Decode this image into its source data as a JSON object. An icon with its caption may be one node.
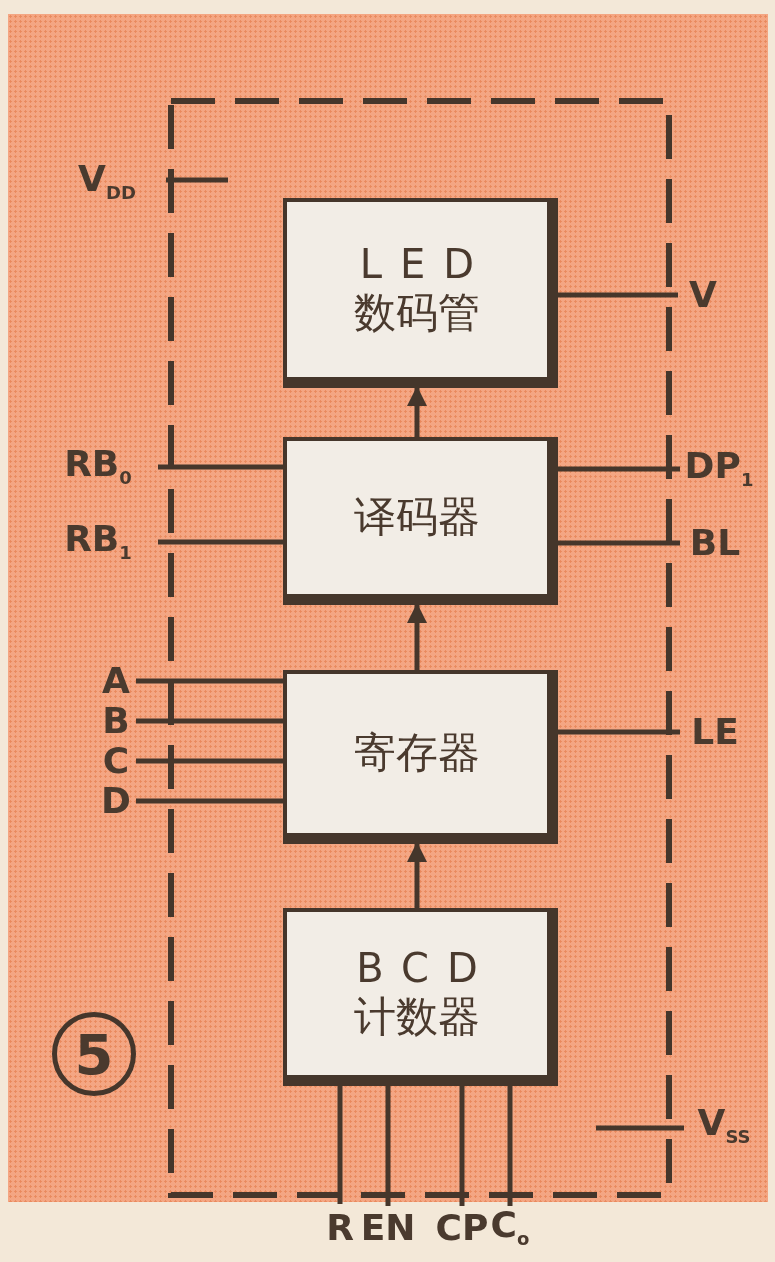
{
  "diagram": {
    "nodes": [
      {
        "text": [],
        "shape": "box"
      },
      {
        "text": [
          "LED",
          "数码管"
        ],
        "in": 0
      },
      {
        "text": [
          "译码器"
        ],
        "in": 0
      },
      {
        "text": [
          "寄存器"
        ],
        "in": 0
      },
      {
        "text": [
          "BCD",
          "计数器"
        ],
        "in": 0
      },
      {
        "text": [
          "V$_{DD}$"
        ]
      },
      {
        "text": [
          "V"
        ]
      },
      {
        "text": [
          "RB$_{0}$"
        ]
      },
      {
        "text": [
          "DP$_{1}$"
        ]
      },
      {
        "text": [
          "RB$_{1}$"
        ]
      },
      {
        "text": [
          "BL"
        ]
      },
      {
        "text": [
          "A"
        ]
      },
      {
        "text": [
          "B"
        ]
      },
      {
        "text": [
          "C"
        ]
      },
      {
        "text": [
          "D"
        ]
      },
      {
        "text": [
          "LE"
        ]
      },
      {
        "text": [
          "V$_{SS}$"
        ]
      },
      {
        "text": [
          "R"
        ]
      },
      {
        "text": [
          "EN"
        ]
      },
      {
        "text": [
          "CP"
        ]
      },
      {
        "text": [
          "C$_{o}$"
        ]
      }
    ],
    "edges": [
      {
        "from": 4,
        "to": 3,
        "arrow": "to"
      },
      {
        "from": 3,
        "to": 2,
        "arrow": "to"
      },
      {
        "from": 2,
        "to": 1,
        "arrow": "to"
      },
      {
        "from": 1,
        "to": 6,
        "arrow": "none"
      },
      {
        "from": 2,
        "to": 7,
        "arrow": "none"
      },
      {
        "from": 2,
        "to": 8,
        "arrow": "none"
      },
      {
        "from": 2,
        "to": 9,
        "arrow": "none"
      },
      {
        "from": 2,
        "to": 10,
        "arrow": "none"
      },
      {
        "from": 3,
        "to": 11,
        "arrow": "none"
      },
      {
        "from": 3,
        "to": 12,
        "arrow": "none"
      },
      {
        "from": 3,
        "to": 13,
        "arrow": "none"
      },
      {
        "from": 3,
        "to": 14,
        "arrow": "none"
      },
      {
        "from": 3,
        "to": 15,
        "arrow": "none"
      },
      {
        "from": 4,
        "to": 17,
        "arrow": "none"
      },
      {
        "from": 4,
        "to": 18,
        "arrow": "none"
      },
      {
        "from": 4,
        "to": 19,
        "arrow": "none"
      },
      {
        "from": 4,
        "to": 20,
        "arrow": "none"
      },
      {
        "from": 5,
        "to": null,
        "arrow": "none"
      },
      {
        "from": 16,
        "to": null,
        "arrow": "none"
      }
    ],
    "labels": [
      "5"
    ]
  }
}
